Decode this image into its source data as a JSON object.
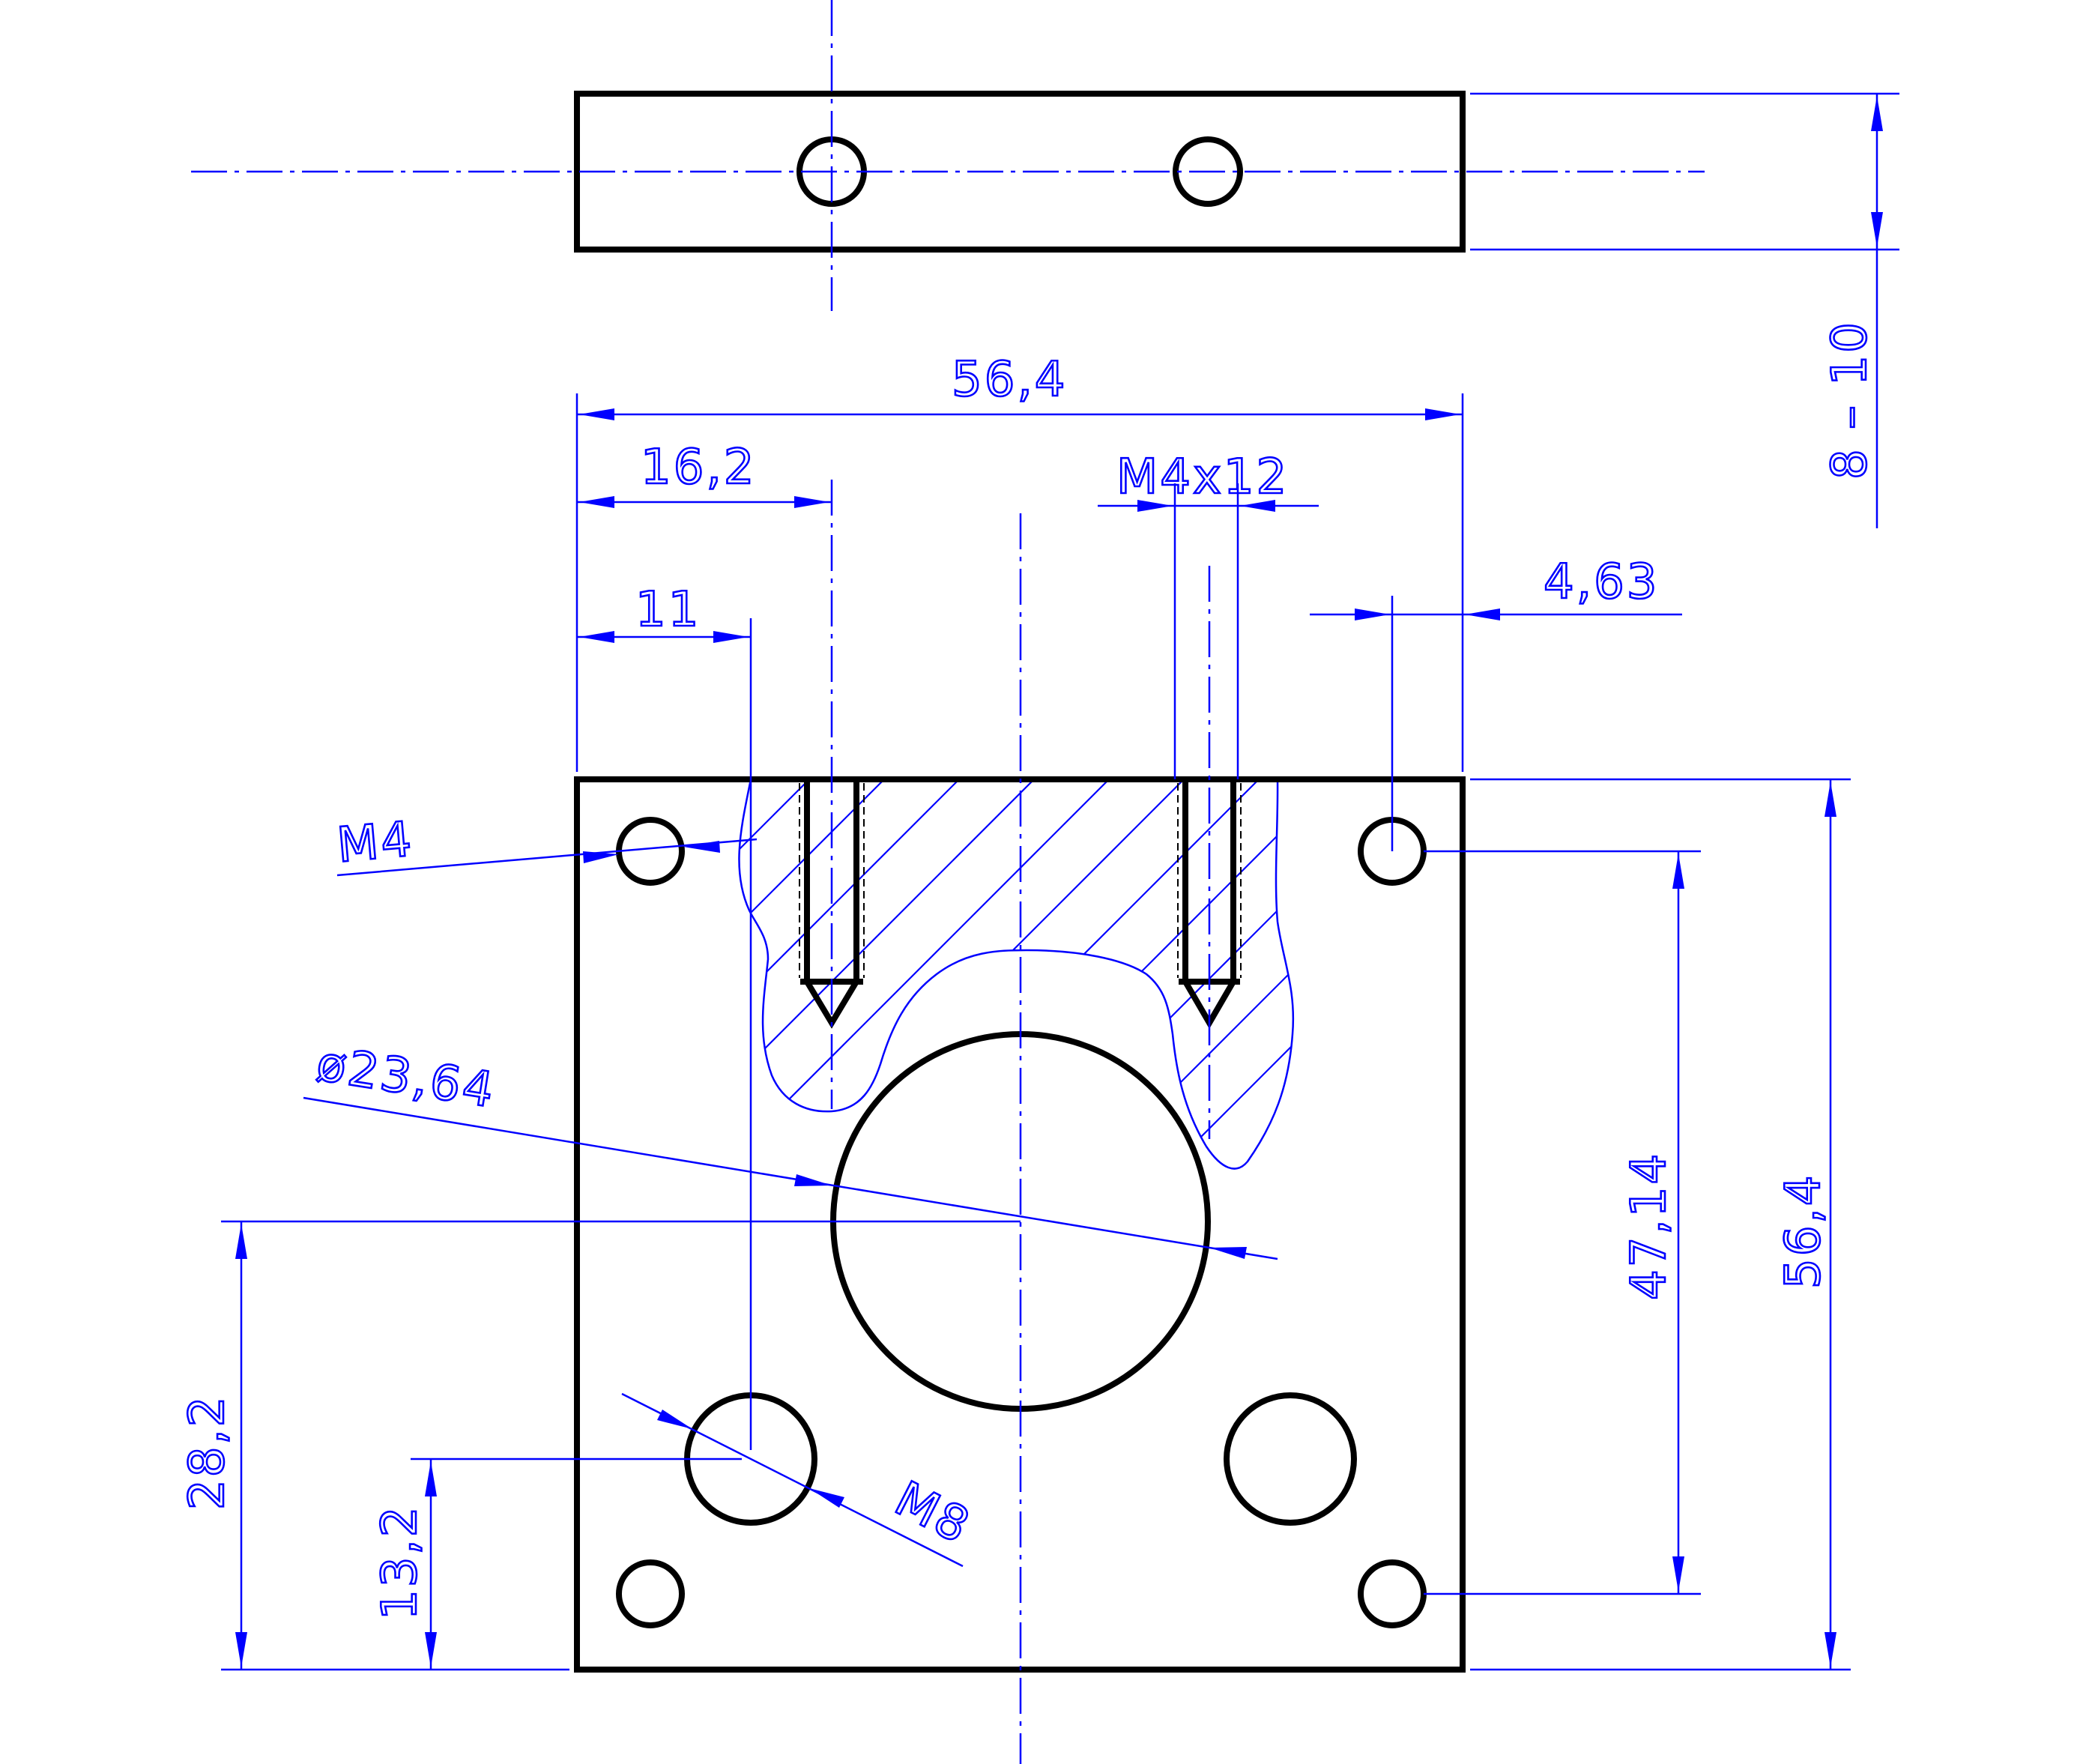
{
  "dimensions": {
    "overall_width": "56,4",
    "hole_pos_16": "16,2",
    "thread_top": "M4x12",
    "offset_11": "11",
    "offset_463": "4,63",
    "thickness": "8 – 10",
    "tap_m4": "M4",
    "bore_diameter": "ø23,64",
    "height_47": "47,14",
    "overall_height": "56,4",
    "height_282": "28,2",
    "height_132": "13,2",
    "hole_m8": "M8"
  },
  "colors": {
    "part_outline": "#000000",
    "dimension": "#0000ff"
  }
}
